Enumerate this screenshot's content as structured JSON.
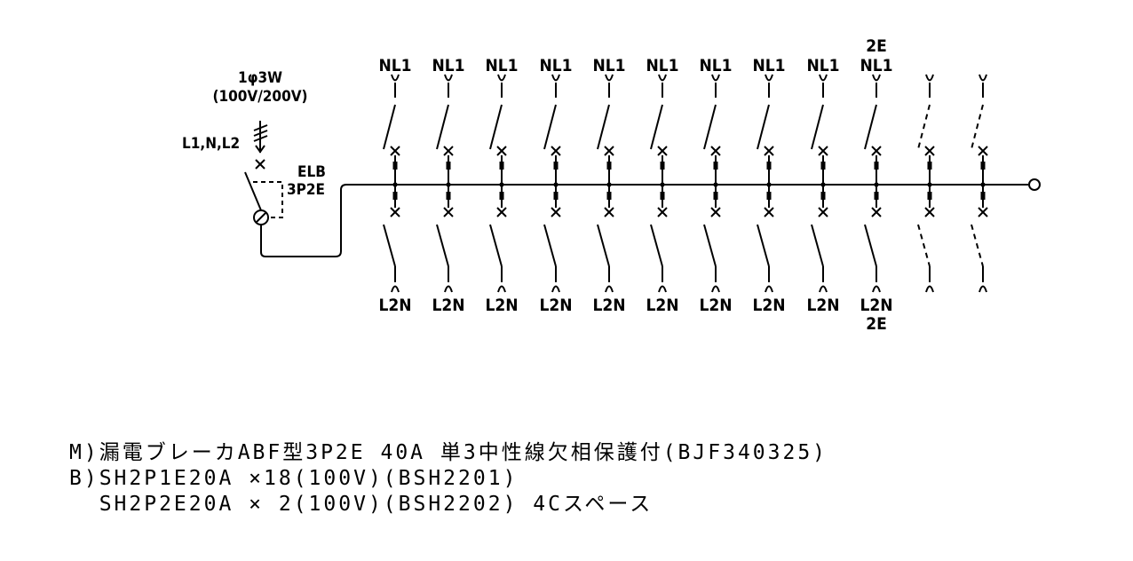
{
  "supply": {
    "phase": "1φ3W",
    "voltage": "(100V/200V)",
    "lines": "L1,N,L2",
    "breaker_type": "ELB",
    "breaker_poles": "3P2E"
  },
  "branches": [
    {
      "top": "NL1",
      "top_extra": "",
      "bottom": "L2N",
      "bottom_extra": "",
      "space": false
    },
    {
      "top": "NL1",
      "top_extra": "",
      "bottom": "L2N",
      "bottom_extra": "",
      "space": false
    },
    {
      "top": "NL1",
      "top_extra": "",
      "bottom": "L2N",
      "bottom_extra": "",
      "space": false
    },
    {
      "top": "NL1",
      "top_extra": "",
      "bottom": "L2N",
      "bottom_extra": "",
      "space": false
    },
    {
      "top": "NL1",
      "top_extra": "",
      "bottom": "L2N",
      "bottom_extra": "",
      "space": false
    },
    {
      "top": "NL1",
      "top_extra": "",
      "bottom": "L2N",
      "bottom_extra": "",
      "space": false
    },
    {
      "top": "NL1",
      "top_extra": "",
      "bottom": "L2N",
      "bottom_extra": "",
      "space": false
    },
    {
      "top": "NL1",
      "top_extra": "",
      "bottom": "L2N",
      "bottom_extra": "",
      "space": false
    },
    {
      "top": "NL1",
      "top_extra": "",
      "bottom": "L2N",
      "bottom_extra": "",
      "space": false
    },
    {
      "top": "NL1",
      "top_extra": "2E",
      "bottom": "L2N",
      "bottom_extra": "2E",
      "space": false
    },
    {
      "top": "",
      "top_extra": "",
      "bottom": "",
      "bottom_extra": "",
      "space": true
    },
    {
      "top": "",
      "top_extra": "",
      "bottom": "",
      "bottom_extra": "",
      "space": true
    }
  ],
  "notes": {
    "main": "M)漏電ブレーカABF型3P2E 40A 単3中性線欠相保護付(BJF340325)",
    "branch1": "B)SH2P1E20A ×18(100V)(BSH2201)",
    "branch2": "  SH2P2E20A × 2(100V)(BSH2202) 4Cスペース"
  }
}
